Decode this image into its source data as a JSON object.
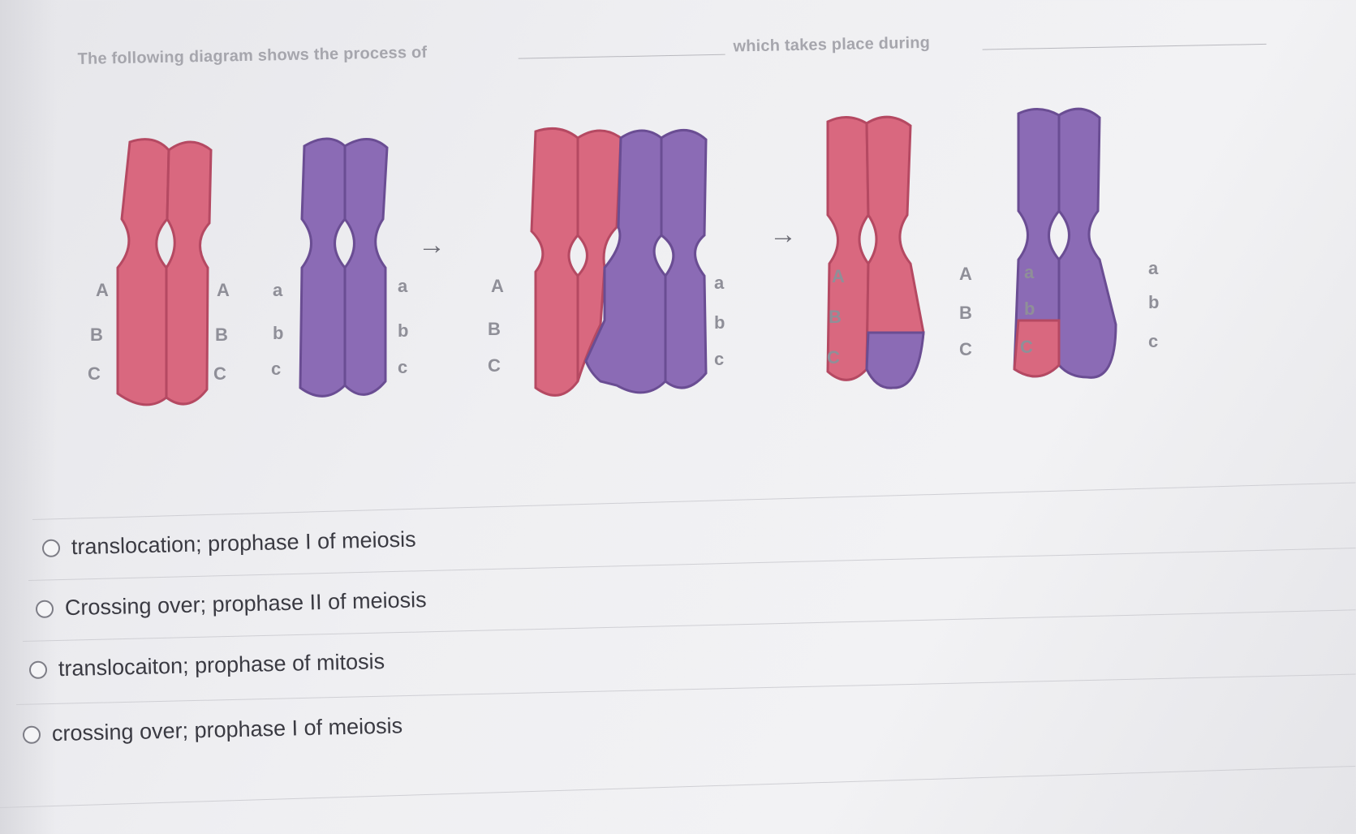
{
  "question": {
    "part1": "The following diagram shows the process of",
    "part2": "which takes place during"
  },
  "diagram": {
    "colors": {
      "maternal": "#d9687f",
      "paternal": "#8b6bb5",
      "outline_maternal": "#b54962",
      "outline_paternal": "#6a4d93"
    },
    "labels": {
      "pair1_left": [
        "A",
        "B",
        "C"
      ],
      "pair1_right": [
        "A",
        "B",
        "C"
      ],
      "pair1b_left": [
        "a",
        "b",
        "c"
      ],
      "pair1b_right": [
        "a",
        "b",
        "c"
      ],
      "pair2_left": [
        "A",
        "B",
        "C"
      ],
      "pair2_right": [
        "a",
        "b",
        "c"
      ],
      "pair3_left": [
        "A",
        "B",
        "C"
      ],
      "pair3_right": [
        "A",
        "B",
        "C"
      ],
      "pair3b_left": [
        "a",
        "b",
        "C"
      ],
      "pair3b_right": [
        "a",
        "b",
        "c"
      ]
    },
    "arrows": [
      "→",
      "→"
    ]
  },
  "options": [
    {
      "label": "translocation; prophase I of meiosis"
    },
    {
      "label": "Crossing over; prophase II of meiosis"
    },
    {
      "label": "translocaiton; prophase of mitosis"
    },
    {
      "label": "crossing over; prophase I of meiosis"
    }
  ]
}
